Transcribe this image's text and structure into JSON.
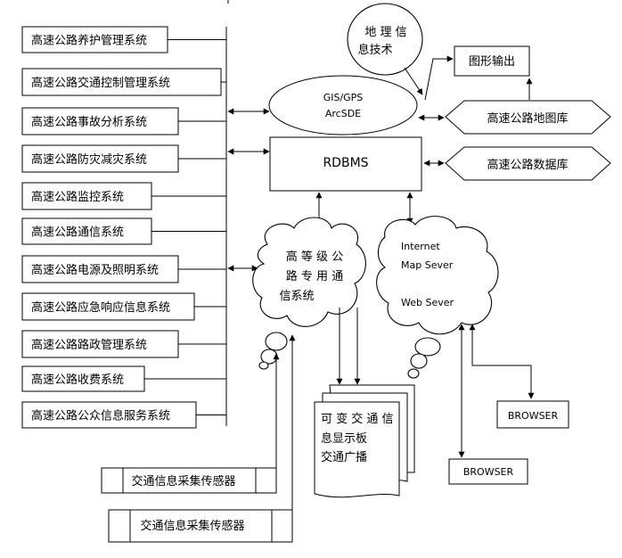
{
  "left_systems": [
    "高速公路养护管理系统",
    "高速公路交通控制管理系统",
    "高速公路事故分析系统",
    "高速公路防灾减灾系统",
    "高速公路监控系统",
    "高速公路通信系统",
    "高速公路电源及照明系统",
    "高速公路应急响应信息系统",
    "高速公路路政管理系统",
    "高速公路收费系统",
    "高速公路公众信息服务系统"
  ],
  "geo_tech": {
    "line1": "地 理 信",
    "line2": "息技术"
  },
  "gis": {
    "line1": "GIS/GPS",
    "line2": "ArcSDE"
  },
  "graphic_output": "图形输出",
  "map_db": "高速公路地图库",
  "data_db": "高速公路数据库",
  "rdbms": "RDBMS",
  "comm_cloud": {
    "line1": "高 等 级 公",
    "line2": "路 专 用 通",
    "line3": "信系统"
  },
  "web_cloud": {
    "line1": "Internet",
    "line2": "Map Sever",
    "line3": "Web Sever"
  },
  "vms": {
    "line1": "可 变 交 通 信",
    "line2": "息显示板",
    "line3": "交通广播"
  },
  "browser_1": "BROWSER",
  "browser_2": "BROWSER",
  "sensor_1": "交通信息采集传感器",
  "sensor_2": "交通信息采集传感器"
}
